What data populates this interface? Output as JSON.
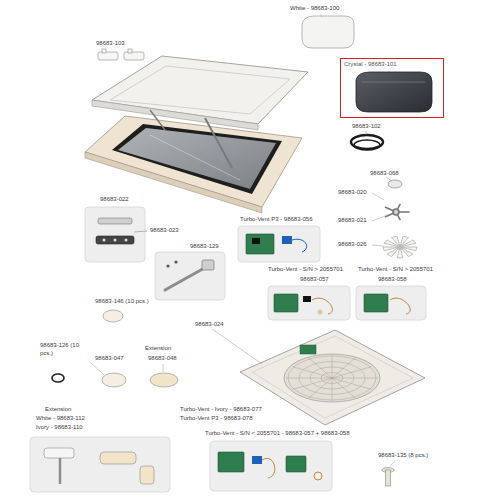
{
  "diagram": {
    "nodes": [
      {
        "text": [
          "Crystal - 98683-101"
        ]
      }
    ],
    "labels": [
      "White - 98683-100",
      "98683-103",
      "98683-102",
      "98683-068",
      "98683-020",
      "98683-022",
      "98683-021",
      "98683-023",
      "Turbo-Vent P3 - 98683-056",
      "98683-026",
      "98683-129",
      "Turbo-Vent - S/N > 2055701",
      "Turbo-Vent - S/N > 2055701",
      "98683-057",
      "98683-058",
      "98683-146 (10 pcs.)",
      "98683-024",
      "98683-126 (10 pcs.)",
      "98683-047",
      "Extension",
      "98683-048",
      "Extension",
      "White - 98683-112",
      "Ivory - 98683-110",
      "Turbo-Vent - Ivory - 98683-077",
      "Turbo-Vent P3 - 98683-078",
      "Turbo-Vent - S/N < 2055701 - 98683-057 + 98683-058",
      "98683-135 (8 pcs.)"
    ]
  }
}
